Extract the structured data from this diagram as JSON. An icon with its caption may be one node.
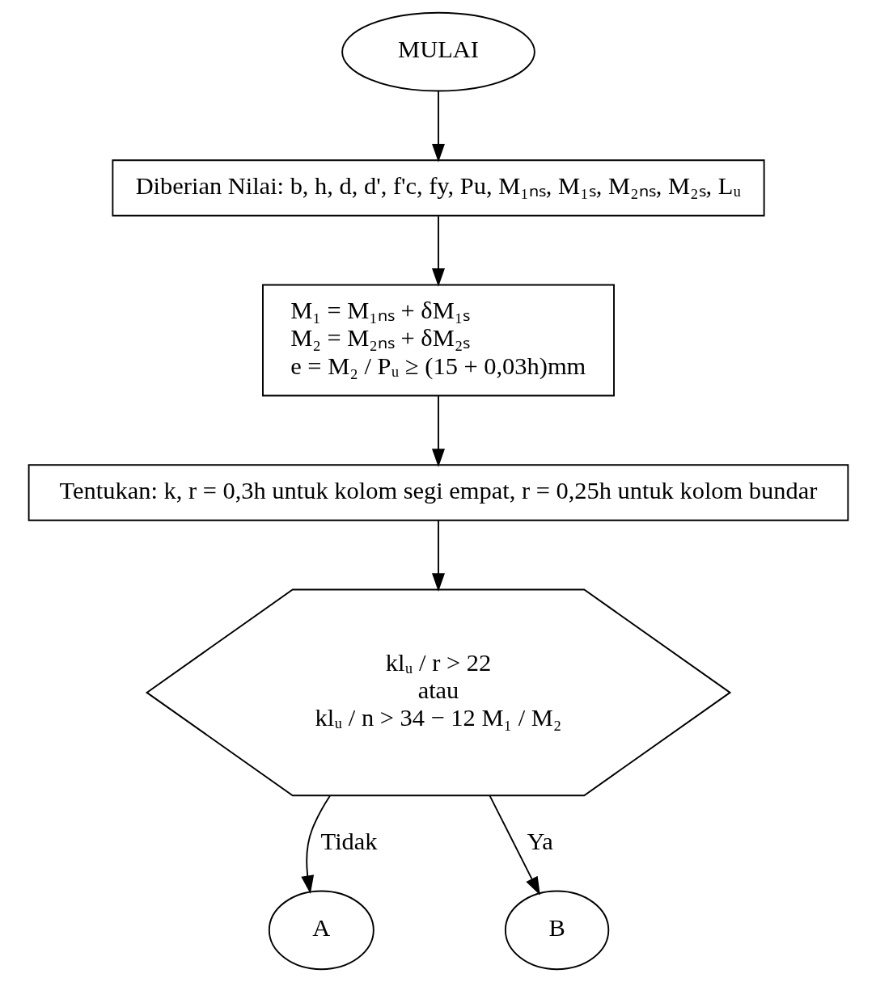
{
  "diagram": {
    "nodes": [
      {
        "text": [
          "MULAI"
        ]
      },
      {
        "text": [
          "Diberian Nilai: b, h, d, d', f'c, fy, Pu, M₁ₙₛ, M₁ₛ, M₂ₙₛ, M₂ₛ, Lᵤ"
        ]
      },
      {
        "text": [
          "M₁ = M₁ₙₛ + δM₁ₛ",
          "M₂ = M₂ₙₛ + δM₂ₛ",
          "e = M₂ / Pᵤ ≥ (15 + 0,03h)mm"
        ]
      },
      {
        "text": [
          "Tentukan: k, r = 0,3h untuk kolom segi empat, r = 0,25h untuk kolom bundar"
        ]
      },
      {
        "text": [
          "klᵤ / r > 22",
          "atau",
          "klᵤ / n > 34 − 12 M₁ / M₂"
        ]
      },
      {
        "text": [
          "A"
        ]
      },
      {
        "text": [
          "B"
        ]
      }
    ],
    "edges": [
      {
        "from": 0,
        "to": 1,
        "arrow": "to"
      },
      {
        "from": 1,
        "to": 2,
        "arrow": "to"
      },
      {
        "from": 2,
        "to": 3,
        "arrow": "to"
      },
      {
        "from": 3,
        "to": 4,
        "arrow": "to"
      },
      {
        "from": 4,
        "to": 5,
        "arrow": "to",
        "label": "Tidak"
      },
      {
        "from": 4,
        "to": 6,
        "arrow": "to",
        "label": "Ya"
      }
    ]
  }
}
